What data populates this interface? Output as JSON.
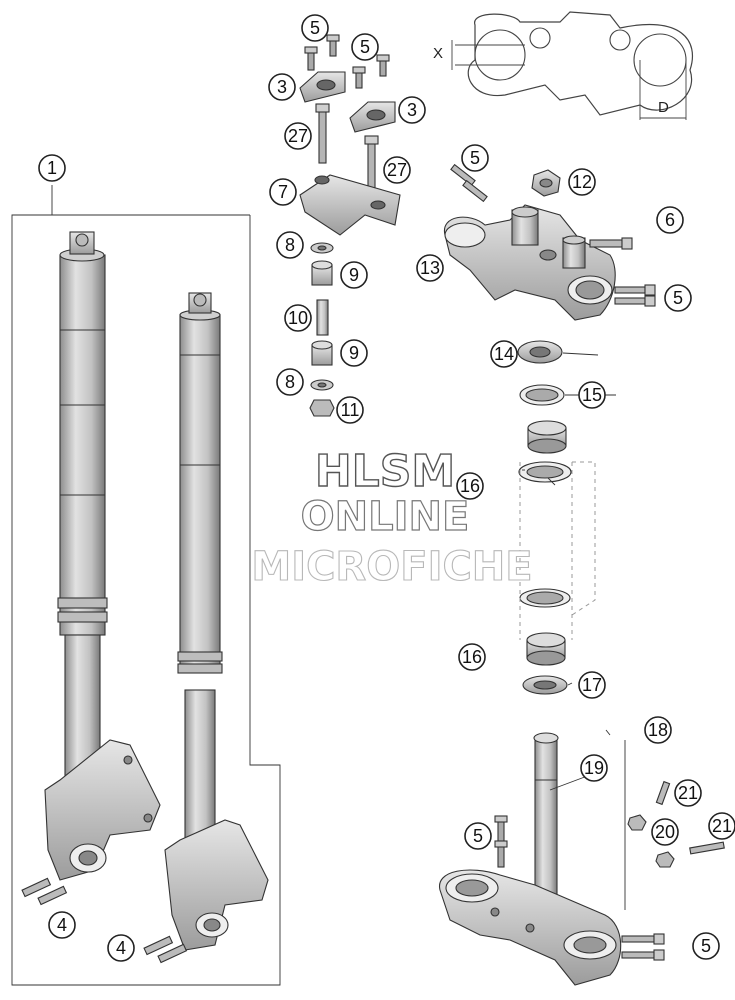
{
  "dimensions": {
    "x_label": "X",
    "d_label": "D"
  },
  "watermark": {
    "line1": "HLSM",
    "line2": "ONLINE",
    "line3": "MICROFICHE"
  },
  "callouts": {
    "c1": "1",
    "c3a": "3",
    "c3b": "3",
    "c4a": "4",
    "c4b": "4",
    "c5a": "5",
    "c5b": "5",
    "c5c": "5",
    "c5d": "5",
    "c5e": "5",
    "c5f": "5",
    "c6": "6",
    "c7": "7",
    "c8a": "8",
    "c8b": "8",
    "c9a": "9",
    "c9b": "9",
    "c10": "10",
    "c11": "11",
    "c12": "12",
    "c13": "13",
    "c14": "14",
    "c15": "15",
    "c16a": "16",
    "c16b": "16",
    "c17": "17",
    "c18": "18",
    "c19": "19",
    "c20": "20",
    "c21a": "21",
    "c21b": "21",
    "c27a": "27",
    "c27b": "27"
  },
  "colors": {
    "part_fill": "#d8d8d8",
    "part_dark": "#9a9a9a",
    "line": "#333333",
    "watermark_stroke": "#555555"
  }
}
